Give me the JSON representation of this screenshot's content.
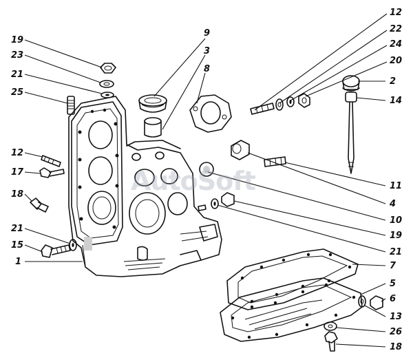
{
  "watermark": "AutoSoft",
  "callouts": {
    "c19a": "19",
    "c23": "23",
    "c21a": "21",
    "c25": "25",
    "c12a": "12",
    "c17": "17",
    "c18a": "18",
    "c21b": "21",
    "c15": "15",
    "c1": "1",
    "c9": "9",
    "c3": "3",
    "c8": "8",
    "c12b": "12",
    "c22": "22",
    "c24": "24",
    "c20": "20",
    "c2": "2",
    "c14": "14",
    "c11": "11",
    "c4": "4",
    "c10": "10",
    "c19b": "19",
    "c21c": "21",
    "c7": "7",
    "c5": "5",
    "c6": "6",
    "c13": "13",
    "c26": "26",
    "c18b": "18"
  }
}
